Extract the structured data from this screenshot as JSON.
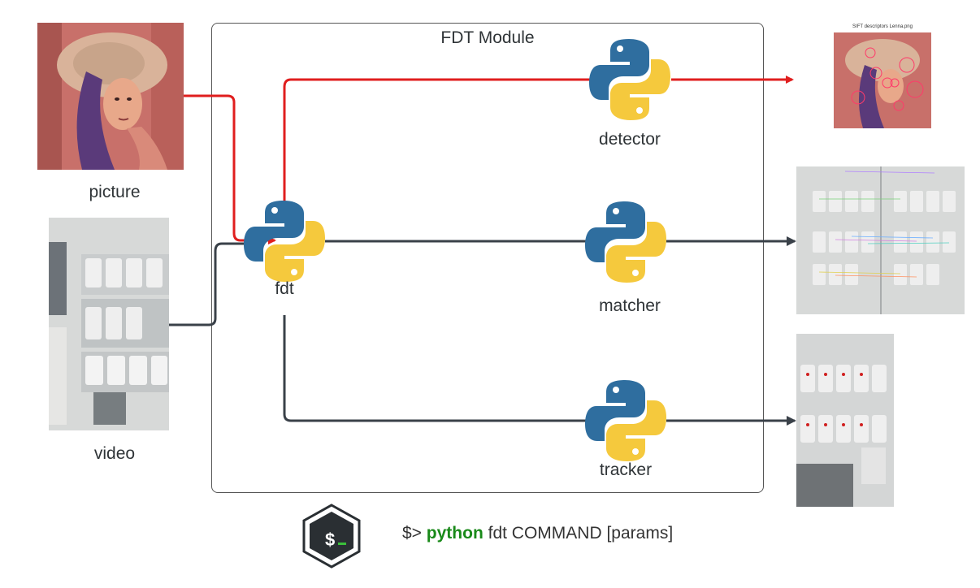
{
  "module": {
    "title": "FDT Module"
  },
  "inputs": {
    "picture_label": "picture",
    "video_label": "video"
  },
  "nodes": {
    "fdt": "fdt",
    "detector": "detector",
    "matcher": "matcher",
    "tracker": "tracker"
  },
  "outputs": {
    "detector_caption": "SIFT descriptors Lenna.png"
  },
  "command": {
    "prompt": "$>",
    "program": "python",
    "rest": "fdt COMMAND [params]"
  },
  "colors": {
    "red_flow": "#e01e1e",
    "dark_flow": "#3a4149",
    "python_blue": "#2f6e9f",
    "python_yellow": "#f5c93d",
    "command_keyword": "#1a8a1a"
  },
  "icons": {
    "python": "python-logo-icon",
    "terminal": "bash-terminal-icon"
  }
}
